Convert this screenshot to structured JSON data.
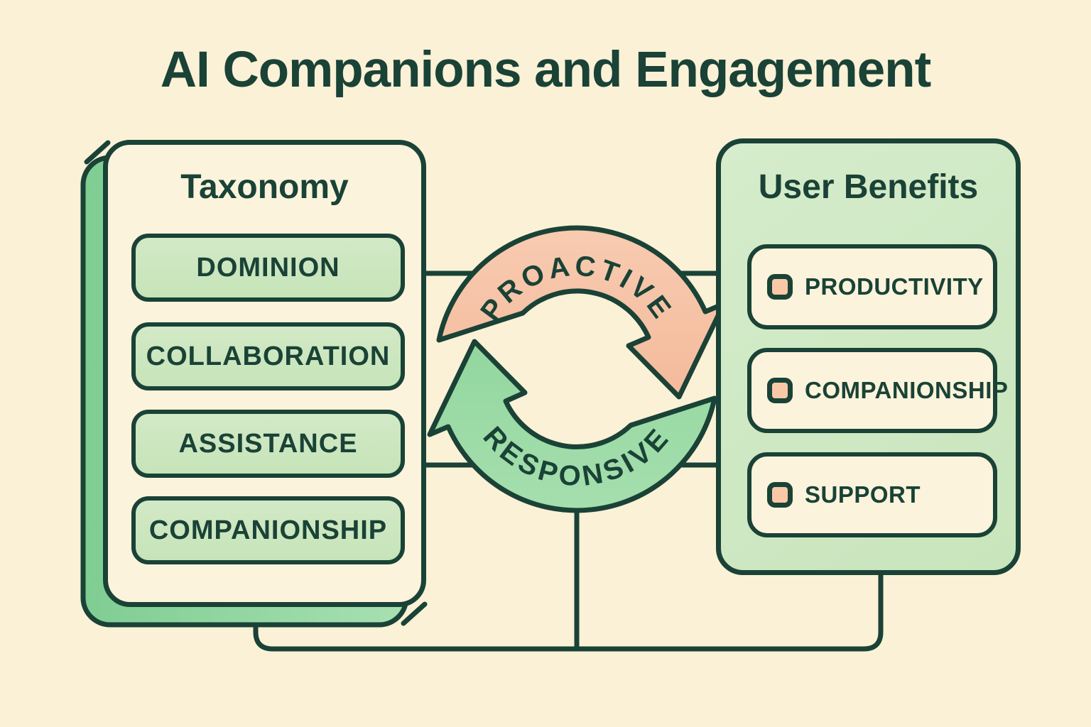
{
  "page": {
    "title": "AI Companions and Engagement",
    "background_color": "#FAF1D6",
    "accent_dark_green": "#1A4236"
  },
  "taxonomy_panel": {
    "title": "Taxonomy",
    "panel_fill": "#FBF3DB",
    "item_fill": "#CBE6BF",
    "shadow_fill": "#8FD49E",
    "items": [
      "DOMINION",
      "COLLABORATION",
      "ASSISTANCE",
      "COMPANIONSHIP"
    ]
  },
  "benefits_panel": {
    "title": "User Benefits",
    "panel_fill": "#CFE8C5",
    "item_fill": "#FBF3DB",
    "bullet_fill": "#F9C9A7",
    "items": [
      "PRODUCTIVITY",
      "COMPANIONSHIP",
      "SUPPORT"
    ]
  },
  "cycle": {
    "top_label": "PROACTIVE",
    "bottom_label": "RESPONSIVE",
    "top_arrow_fill": "#F6C2A6",
    "bottom_arrow_fill": "#9CDAA6"
  }
}
